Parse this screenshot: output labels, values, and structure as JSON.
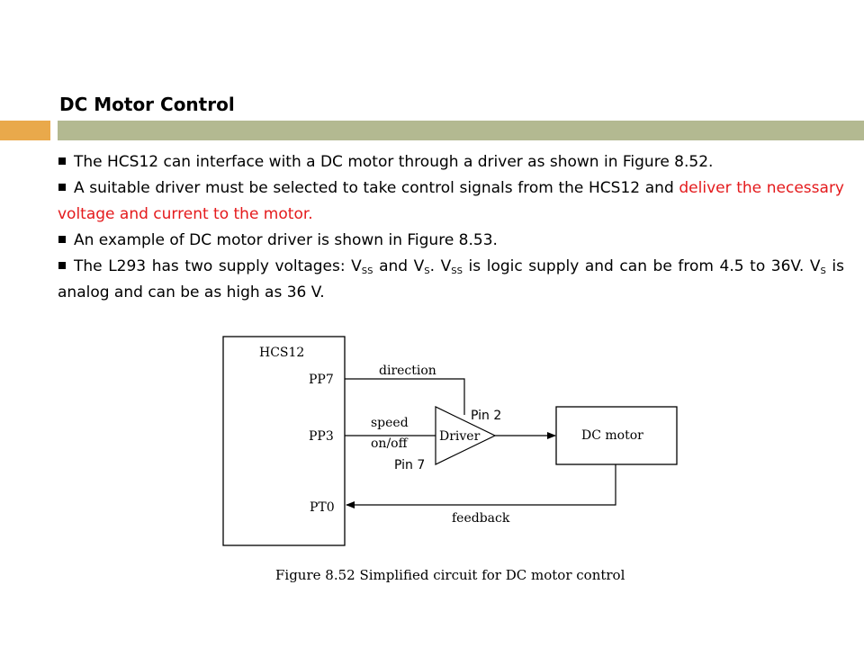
{
  "slide": {
    "title": "DC Motor Control",
    "accent_color": "#e9a94b",
    "bar_color": "#b3b991",
    "highlight_color": "#e41a1c"
  },
  "bullets": [
    {
      "text": "The HCS12 can interface with a DC motor through a driver as shown in Figure 8.52."
    },
    {
      "text_before": "A suitable driver must be selected to take control signals from the HCS12 and ",
      "text_highlight": "deliver the necessary voltage and current to the motor."
    },
    {
      "text": "An example of DC motor driver is shown in Figure 8.53."
    },
    {
      "t1": "The L293 has two supply voltages: V",
      "s1": "SS",
      "t2": " and V",
      "s2": "S",
      "t3": ". V",
      "s3": "SS",
      "t4": " is logic supply and can be from 4.5 to 36V. V",
      "s4": "S",
      "t5": " is analog and can be as high as 36 V."
    }
  ],
  "figure": {
    "mcu_label": "HCS12",
    "pins": {
      "pp7": "PP7",
      "pp3": "PP3",
      "pt0": "PT0"
    },
    "signals": {
      "direction": "direction",
      "speed": "speed",
      "onoff": "on/off",
      "feedback": "feedback"
    },
    "driver_label": "Driver",
    "motor_label": "DC motor",
    "pin2": "Pin 2",
    "pin7": "Pin 7",
    "caption": "Figure 8.52 Simplified circuit for DC motor control"
  }
}
